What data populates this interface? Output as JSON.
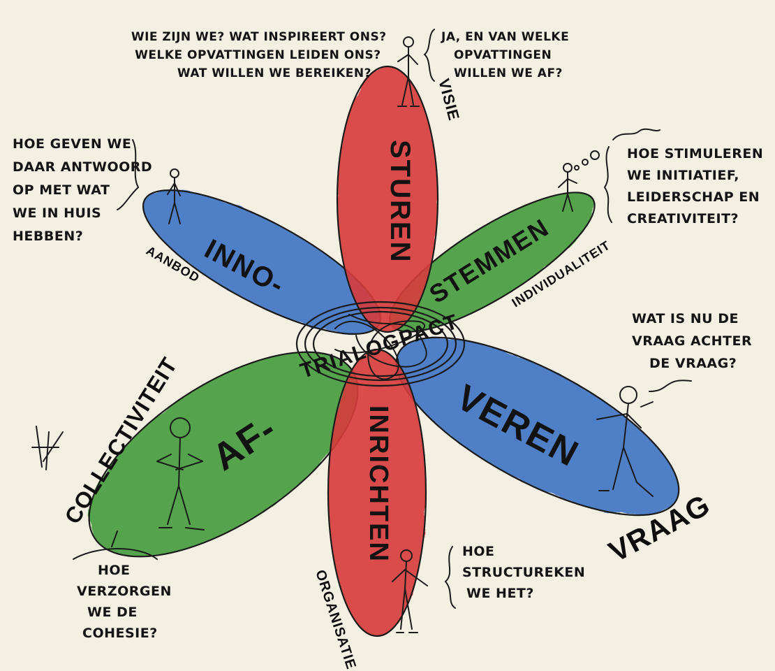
{
  "petals": {
    "red": {
      "top_label": "STUREN",
      "bottom_label": "INRICHTEN",
      "color": "#d63a3a"
    },
    "blue": {
      "top_label": "INNO-",
      "bottom_label": "VEREN",
      "color": "#3a6fc4"
    },
    "green": {
      "top_label": "STEMMEN",
      "bottom_label": "AF-",
      "color": "#3f9a3a"
    }
  },
  "center": {
    "label": "TRIALOGPACT"
  },
  "axes": {
    "visie": "VISIE",
    "individualiteit": "INDIVIDUALITEIT",
    "vraag": "VRAAG",
    "organisatie": "ORGANISATIE",
    "collectiviteit": "COLLECTIVITEIT",
    "aanbod": "AANBOD"
  },
  "bubbles": {
    "visie_left": [
      "WIE ZIJN WE? WAT INSPIREERT ONS?",
      "WELKE OPVATTINGEN LEIDEN ONS?",
      "WAT WILLEN WE BEREIKEN?"
    ],
    "visie_right": [
      "JA, EN VAN WELKE",
      "OPVATTINGEN",
      "WILLEN WE AF?"
    ],
    "aanbod": [
      "HOE GEVEN WE",
      "DAAR ANTWOORD",
      "OP MET WAT",
      "WE IN HUIS",
      "HEBBEN?"
    ],
    "individualiteit": [
      "HOE STIMULEREN",
      "WE INITIATIEF,",
      "LEIDERSCHAP EN",
      "CREATIVITEIT?"
    ],
    "vraag": [
      "WAT IS NU DE",
      "VRAAG ACHTER",
      "DE VRAAG?"
    ],
    "organisatie": [
      "HOE",
      "STRUCTUREKEN",
      "WE HET?"
    ],
    "collectiviteit": [
      "HOE",
      "VERZORGEN",
      "WE DE",
      "COHESIE?"
    ]
  }
}
